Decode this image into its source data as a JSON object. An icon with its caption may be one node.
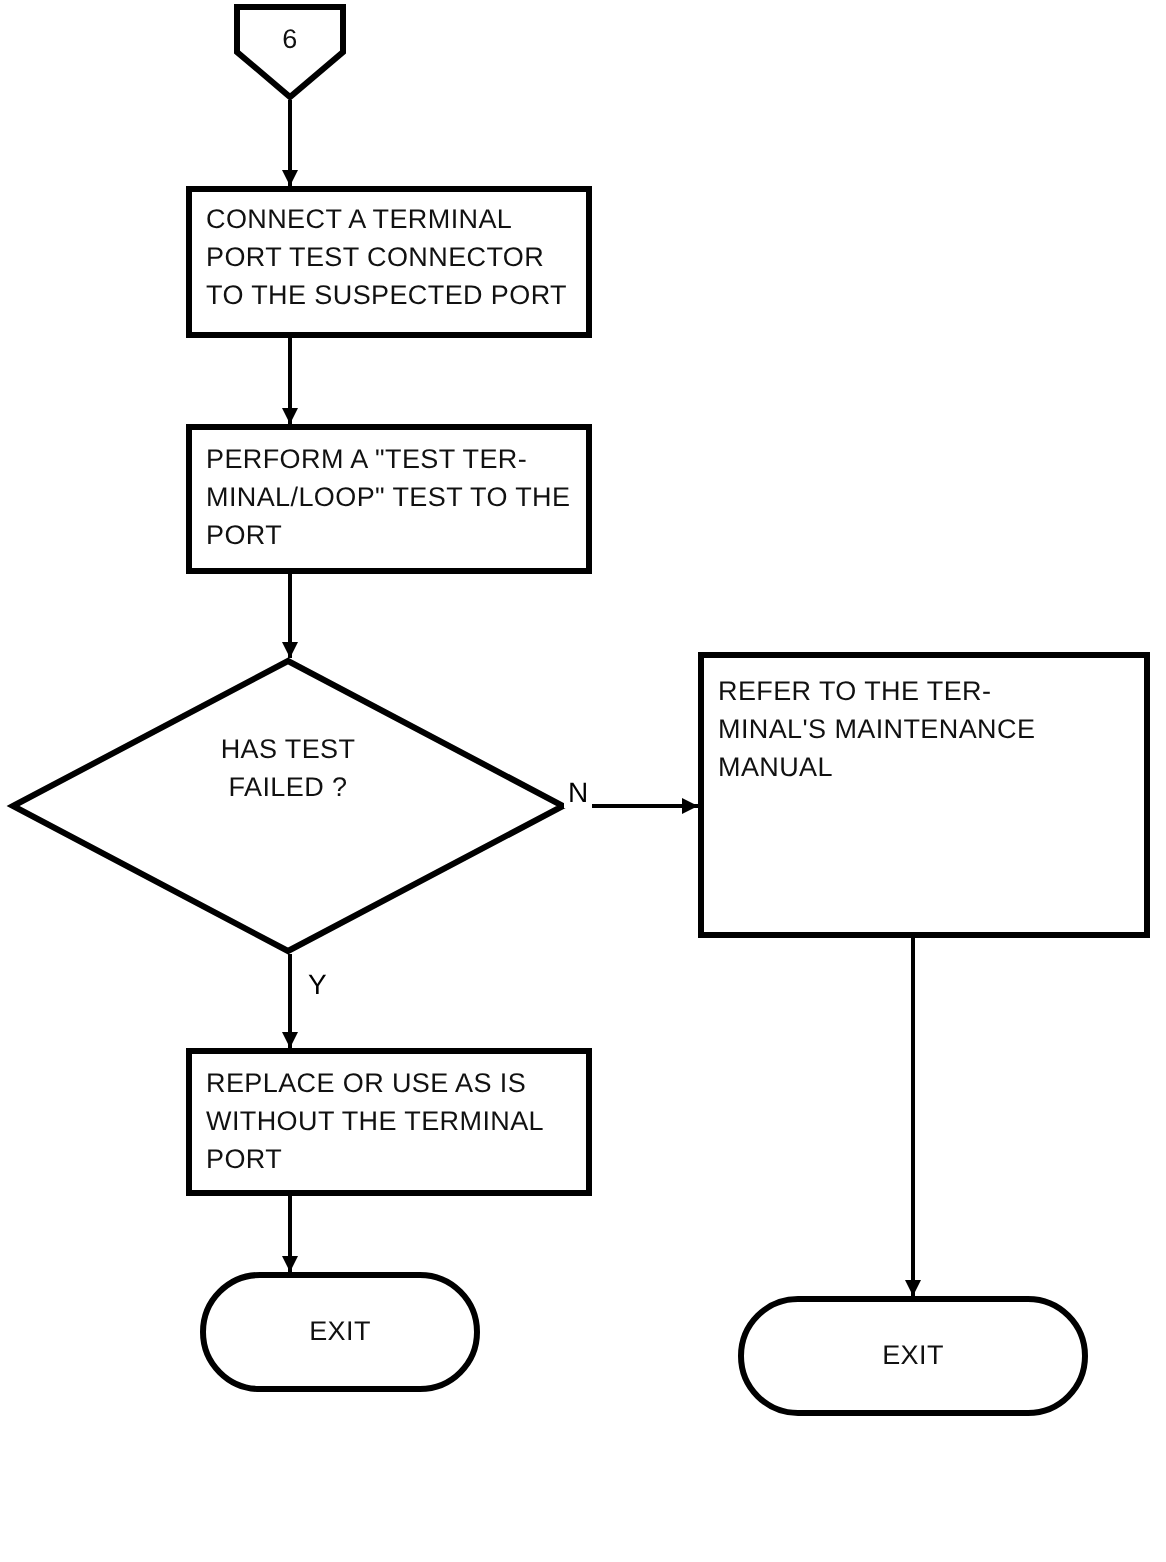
{
  "diagram": {
    "nodes": [
      {
        "text": [
          "6"
        ]
      },
      {
        "text": [
          "CONNECT A TERMINAL PORT TEST CONNECTOR TO THE SUSPECTED PORT"
        ]
      },
      {
        "text": [
          "PERFORM A \"TEST TER- MINAL/LOOP\" TEST TO THE PORT"
        ]
      },
      {
        "text": [
          "HAS TEST FAILED ?"
        ]
      },
      {
        "text": [
          "REFER TO THE TER- MINAL'S MAINTENANCE MANUAL"
        ]
      },
      {
        "text": [
          "REPLACE OR USE AS IS WITHOUT THE TERMINAL PORT"
        ]
      },
      {
        "text": [
          "EXIT"
        ]
      },
      {
        "text": [
          "EXIT"
        ]
      }
    ],
    "edges": [
      {
        "from": 0,
        "to": 1,
        "arrow": "to"
      },
      {
        "from": 1,
        "to": 2,
        "arrow": "to"
      },
      {
        "from": 2,
        "to": 3,
        "arrow": "to"
      },
      {
        "from": 3,
        "to": 4,
        "arrow": "to",
        "label": "N"
      },
      {
        "from": 3,
        "to": 5,
        "arrow": "to",
        "label": "Y"
      },
      {
        "from": 5,
        "to": 6,
        "arrow": "to"
      },
      {
        "from": 4,
        "to": 7,
        "arrow": "to"
      }
    ]
  }
}
